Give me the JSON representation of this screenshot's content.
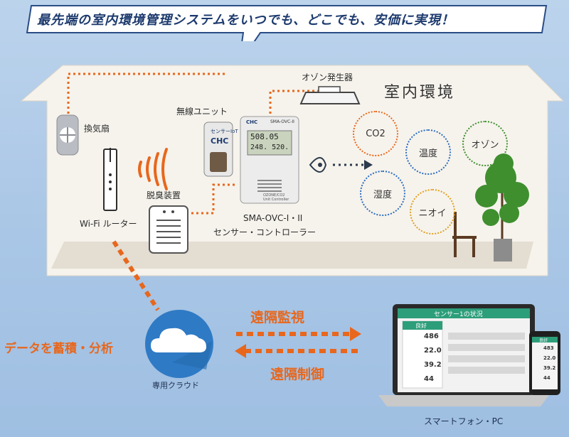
{
  "headline": "最先端の室内環境管理システムをいつでも、どこでも、安価に実現！",
  "room": {
    "title": "室内環境",
    "ozone_generator": "オゾン発生器",
    "wireless_unit": "無線ユニット",
    "wireless_unit_brand": "CHC",
    "wireless_unit_tag": "センサーIoT",
    "fan": "換気扇",
    "router": "Wi-Fi ルーター",
    "deodorizer": "脱臭装置",
    "controller_name": "SMA-OVC-I・II",
    "controller_sub": "センサー・コントローラー",
    "controller_brand": "CHC",
    "controller_model": "SMA-OVC-II",
    "controller_reading1": "508",
    "controller_reading2": "05",
    "controller_reading3": "248",
    "controller_reading4": "520",
    "controller_bottom1": "OZONE/CO2",
    "controller_bottom2": "Unit Controller",
    "sensors": [
      "CO2",
      "温度",
      "オゾン",
      "湿度",
      "ニオイ"
    ]
  },
  "cloud": {
    "label": "専用クラウド",
    "data_label": "データを蓄積・分析"
  },
  "remote": {
    "monitor": "遠隔監視",
    "control": "遠隔制御"
  },
  "devices": {
    "label": "スマートフォン・PC",
    "screen_title": "センサー1の状況",
    "status": "良好",
    "values": [
      "486",
      "22.0",
      "39.2",
      "44"
    ],
    "phone_status": "良好",
    "phone_values": [
      "483",
      "22.0",
      "39.2",
      "44"
    ]
  }
}
